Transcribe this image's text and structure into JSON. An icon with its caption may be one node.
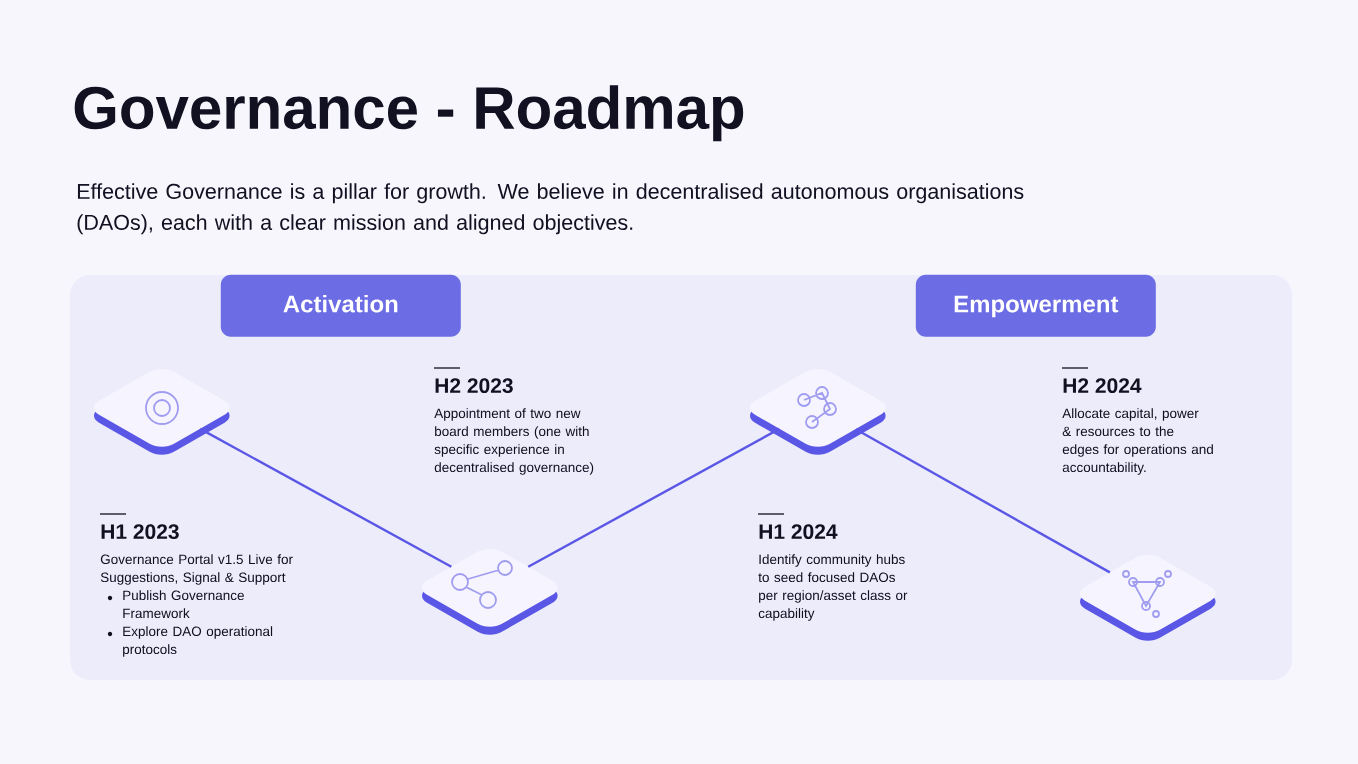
{
  "diagram": {
    "title": "Governance - Roadmap",
    "nodes": [
      {
        "text": [],
        "shape": "box"
      },
      {
        "text": [
          "Activation"
        ],
        "in": 0
      },
      {
        "text": [
          "Empowerment"
        ],
        "in": 0
      },
      {
        "text": [],
        "shape": "diamond",
        "in": 0
      },
      {
        "text": [],
        "shape": "diamond",
        "in": 0
      },
      {
        "text": [],
        "shape": "diamond",
        "in": 0
      },
      {
        "text": [],
        "shape": "diamond",
        "in": 0
      }
    ],
    "edges": [
      {
        "from": 3,
        "to": 4,
        "arrow": "none"
      },
      {
        "from": 4,
        "to": 5,
        "arrow": "none"
      },
      {
        "from": 5,
        "to": 6,
        "arrow": "none"
      }
    ],
    "labels": [
      "Effective Governance is a pillar for growth.  We believe in decentralised autonomous organisations (DAOs), each with a clear mission and aligned objectives.",
      "H1 2023",
      "Governance Portal v1.5 Live for Suggestions, Signal & Support",
      "Publish Governance Framework",
      "Explore DAO operational protocols",
      "H2 2023",
      "Appointment of two new board members (one with specific experience in decentralised governance)",
      "H1 2024",
      "Identify community hubs to seed focused DAOs per region/asset class or capability",
      "H2 2024",
      "Allocate capital, power & resources to the edges for operations and accountability."
    ]
  }
}
